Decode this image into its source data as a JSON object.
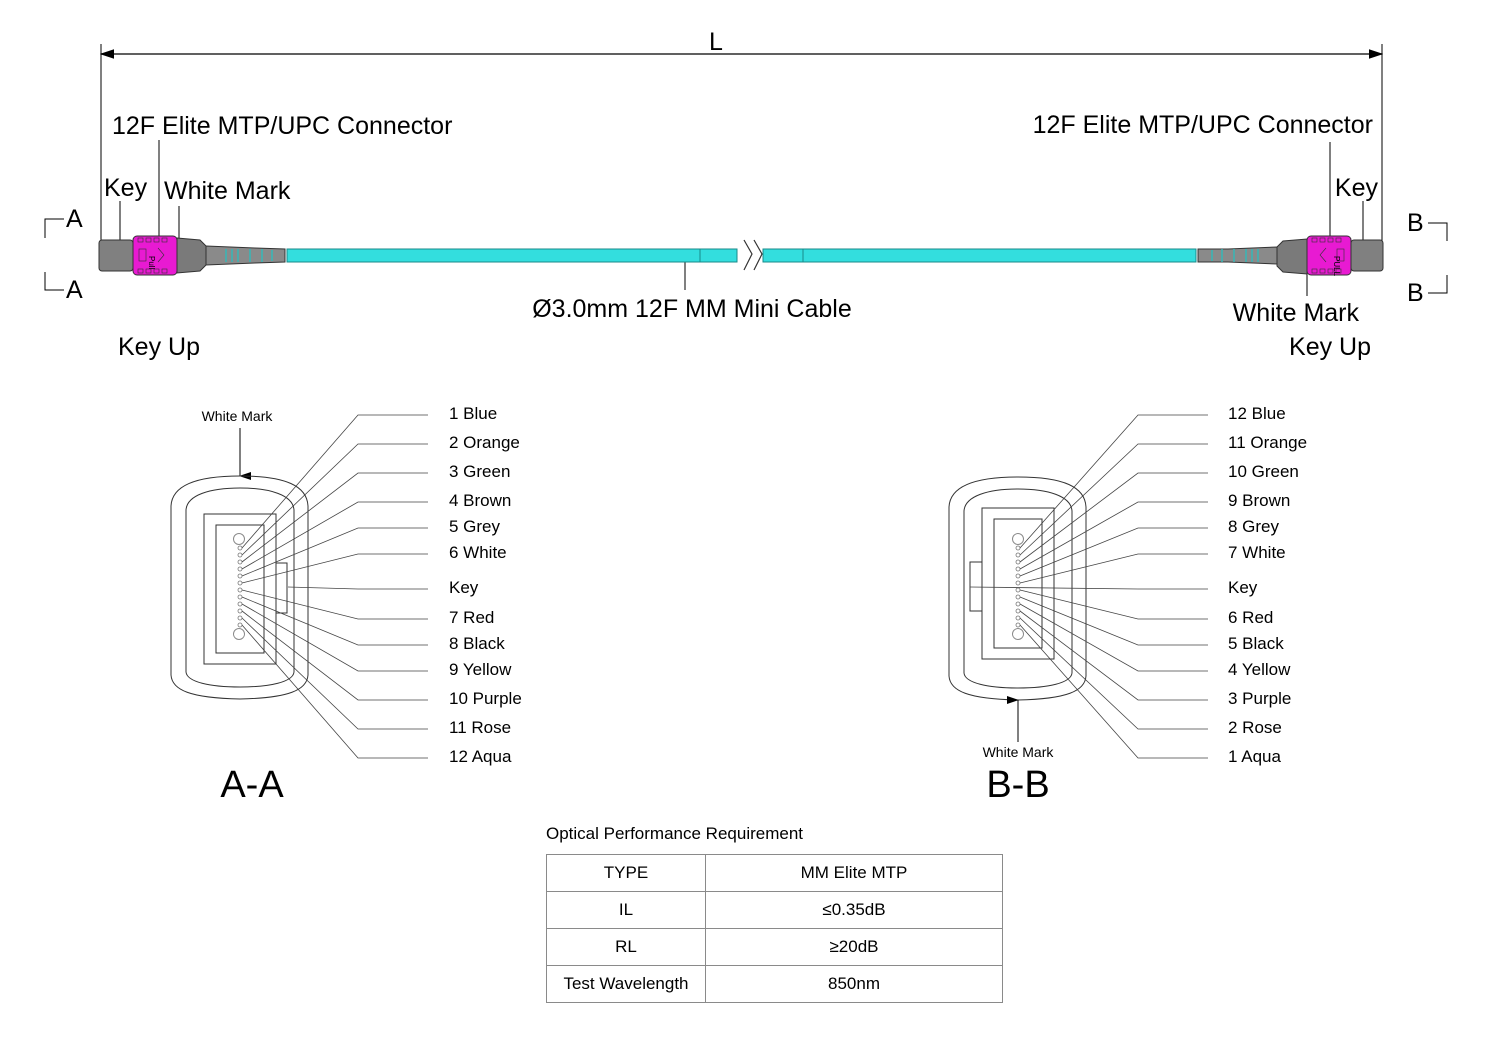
{
  "colors": {
    "cable": "#33dede",
    "connector_body": "#7e7e7e",
    "connector_pink": "#e81ad2",
    "line": "#333333",
    "pin_circle": "#9a9a9a"
  },
  "top": {
    "length_label": "L",
    "left_connector_label": "12F Elite MTP/UPC Connector",
    "right_connector_label": "12F Elite MTP/UPC Connector",
    "left_key_label": "Key",
    "right_key_label": "Key",
    "left_white_mark_label": "White Mark",
    "right_white_mark_label": "White Mark",
    "cable_label": "Ø3.0mm 12F MM Mini Cable",
    "left_orientation_label": "Key Up",
    "right_orientation_label": "Key  Up",
    "section_a_top": "A",
    "section_a_bottom": "A",
    "section_b_top": "B",
    "section_b_bottom": "B",
    "left_pull_text": "Pull",
    "right_pull_text": "PULL"
  },
  "section_a": {
    "title": "A-A",
    "white_mark_label": "White Mark",
    "fibers": [
      "1 Blue",
      "2 Orange",
      "3 Green",
      "4 Brown",
      "5 Grey",
      "6 White",
      "Key",
      "7 Red",
      "8 Black",
      "9 Yellow",
      "10 Purple",
      "11 Rose",
      "12 Aqua"
    ]
  },
  "section_b": {
    "title": "B-B",
    "white_mark_label": "White Mark",
    "fibers": [
      "12 Blue",
      "11 Orange",
      "10 Green",
      "9 Brown",
      "8 Grey",
      "7 White",
      "Key",
      "6 Red",
      "5 Black",
      "4 Yellow",
      "3 Purple",
      "2 Rose",
      "1 Aqua"
    ]
  },
  "performance": {
    "title": "Optical Performance Requirement",
    "rows": [
      {
        "label": "TYPE",
        "value": "MM Elite MTP"
      },
      {
        "label": "IL",
        "value": "≤0.35dB"
      },
      {
        "label": "RL",
        "value": "≥20dB"
      },
      {
        "label": "Test Wavelength",
        "value": "850nm"
      }
    ]
  }
}
